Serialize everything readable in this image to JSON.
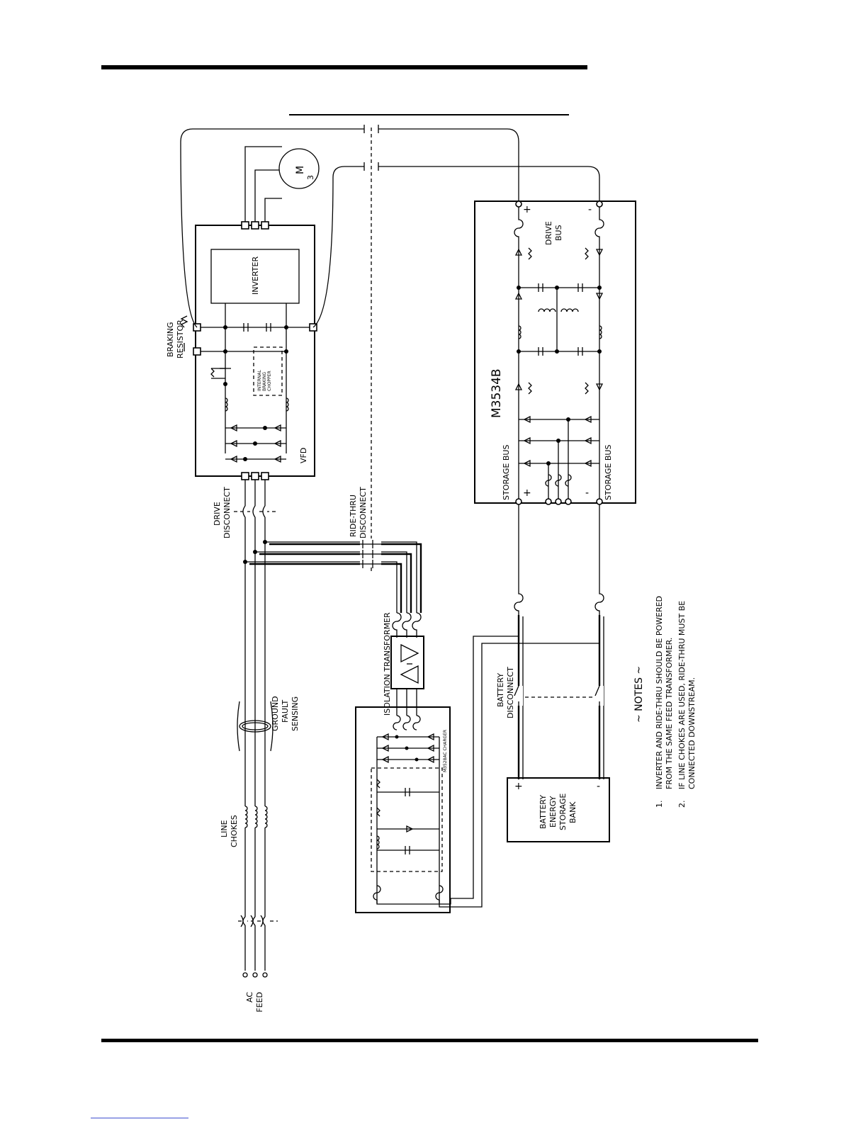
{
  "labels": {
    "ac_feed_1": "AC",
    "ac_feed_2": "FEED",
    "line_chokes_1": "LINE",
    "line_chokes_2": "CHOKES",
    "ground_fault_1": "GROUND",
    "ground_fault_2": "FAULT",
    "ground_fault_3": "SENSING",
    "drive_disconnect_1": "DRIVE",
    "drive_disconnect_2": "DISCONNECT",
    "ride_thru_disconnect_1": "RIDE-THRU",
    "ride_thru_disconnect_2": "DISCONNECT",
    "braking_resistor_1": "BRAKING",
    "braking_resistor_2": "RESISTOR",
    "inverter": "INVERTER",
    "vfd": "VFD",
    "internal_chopper_1": "INTERNAL",
    "internal_chopper_2": "BRAKING",
    "internal_chopper_3": "CHOPPER",
    "motor_m": "M",
    "motor_3": "3",
    "isolation_transformer": "ISOLATION TRANSFORMER",
    "charger": "M3528AC CHARGER",
    "module": "M3534B",
    "storage_bus_plus": "STORAGE BUS",
    "storage_bus_minus": "STORAGE BUS",
    "drive_bus_1": "DRIVE",
    "drive_bus_2": "BUS",
    "battery_disconnect_1": "BATTERY",
    "battery_disconnect_2": "DISCONNECT",
    "battery_bank_1": "BATTERY",
    "battery_bank_2": "ENERGY",
    "battery_bank_3": "STORAGE",
    "battery_bank_4": "BANK",
    "plus": "+",
    "minus": "-"
  },
  "notes": {
    "title": "~ NOTES ~",
    "items": [
      {
        "num": "1.",
        "line1": "INVERTER AND RIDE-THRU SHOULD BE POWERED",
        "line2": "FROM THE SAME FEED TRANSFORMER."
      },
      {
        "num": "2.",
        "line1": "IF LINE CHOKES ARE USED, RIDE-THRU MUST BE",
        "line2": "CONNECTED DOWNSTREAM."
      }
    ]
  }
}
